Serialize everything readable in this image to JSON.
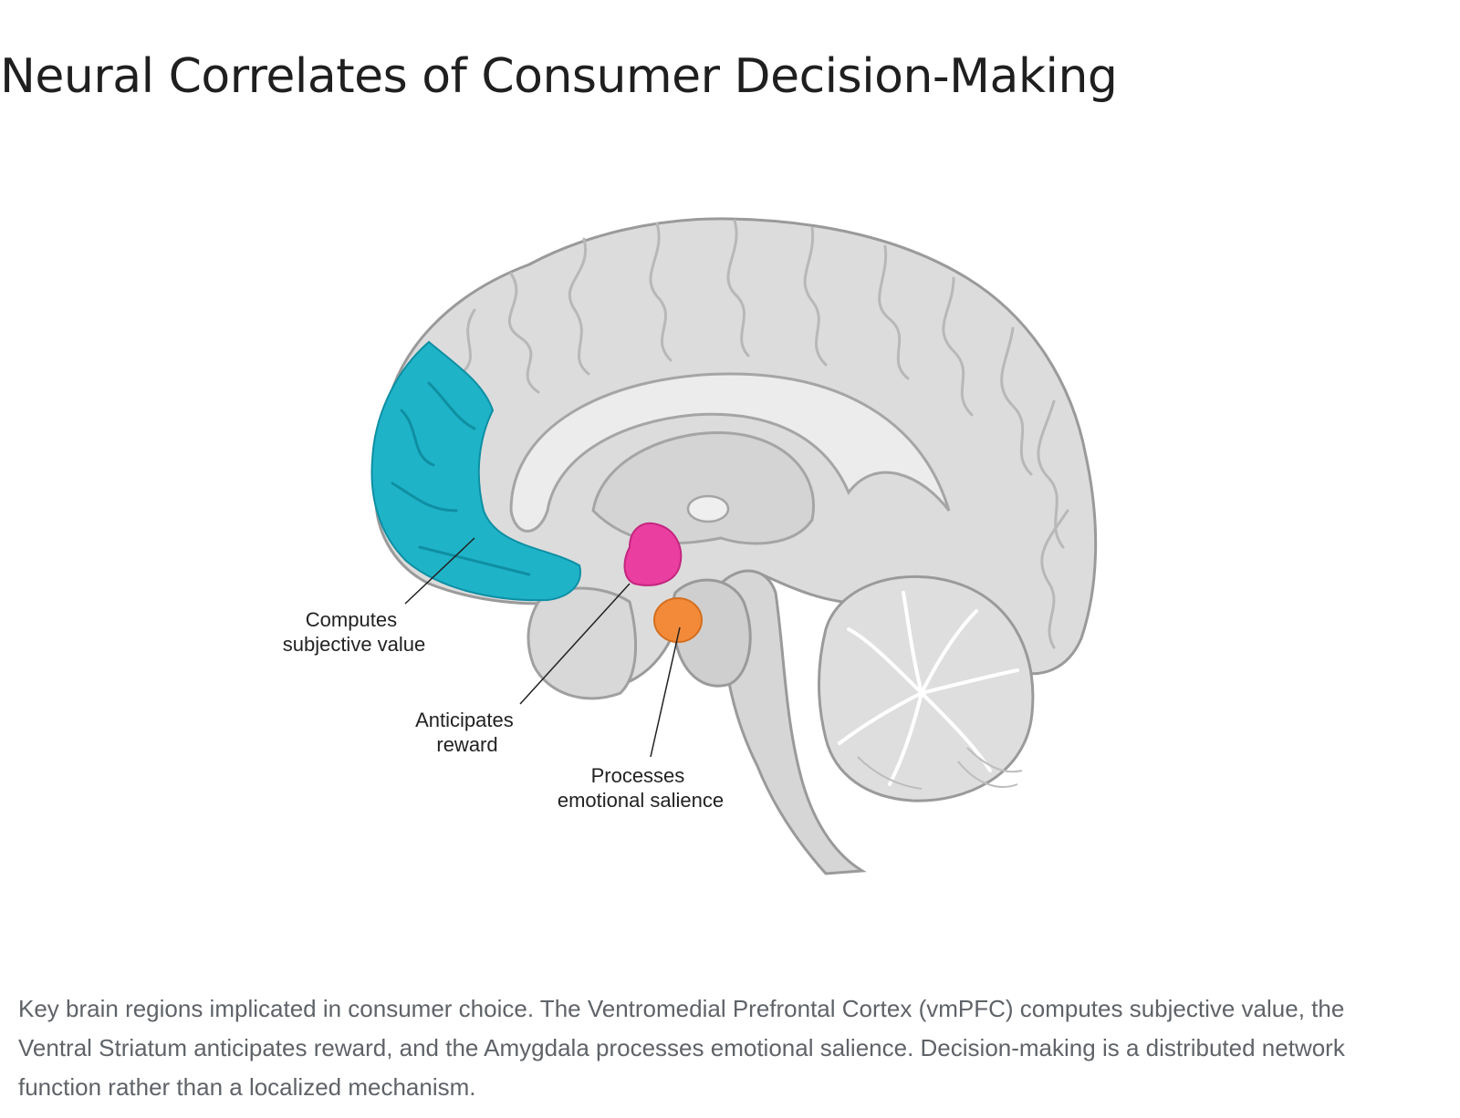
{
  "title": "Neural Correlates of Consumer Decision-Making",
  "regions": [
    {
      "id": "vmpfc",
      "color": "#1fb3c8",
      "label_lines": [
        "Computes",
        "subjective value"
      ]
    },
    {
      "id": "ventral-striatum",
      "color": "#ea3fa0",
      "label_lines": [
        "Anticipates",
        "reward"
      ]
    },
    {
      "id": "amygdala",
      "color": "#f28a3a",
      "label_lines": [
        "Processes",
        "emotional salience"
      ]
    }
  ],
  "caption": "Key brain regions implicated in consumer choice. The Ventromedial Prefrontal Cortex (vmPFC) computes subjective value, the Ventral Striatum anticipates reward, and the Amygdala processes emotional salience. Decision-making is a distributed network function rather than a localized mechanism."
}
